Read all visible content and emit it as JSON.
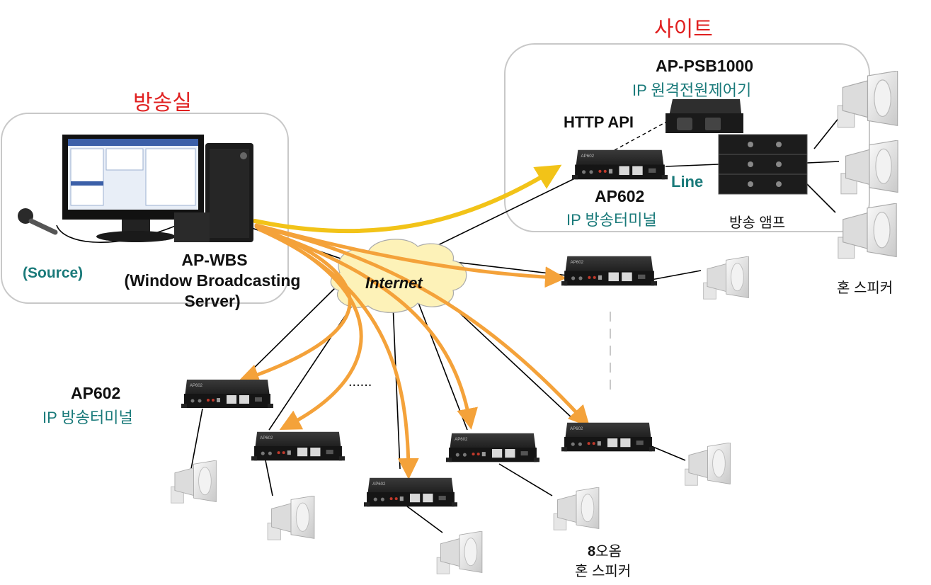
{
  "diagram": {
    "site_label": "사이트",
    "studio_label": "방송실",
    "psb_model": "AP-PSB1000",
    "psb_desc": "IP 원격전원제어기",
    "http_api": "HTTP API",
    "site_terminal_model": "AP602",
    "site_terminal_desc": "IP 방송터미널",
    "line_label": "Line",
    "amp_label": "방송 앰프",
    "horn_label_right": "혼 스피커",
    "server_title": "AP-WBS",
    "server_sub1": "(Window Broadcasting",
    "server_sub2": "Server)",
    "source_label": "(Source)",
    "internet_label": "Internet",
    "left_terminal_model": "AP602",
    "left_terminal_desc": "IP 방송터미널",
    "ohm_value": "8",
    "ohm_unit": "오옴",
    "horn_label_bottom": "혼 스피커",
    "ellipsis": "......"
  },
  "colors": {
    "title_red": "#e02020",
    "teal": "#1a7a7a",
    "arrow_orange": "#f4a23a",
    "arrow_yellow": "#f2c318",
    "cloud_fill": "#fdf2b8"
  }
}
